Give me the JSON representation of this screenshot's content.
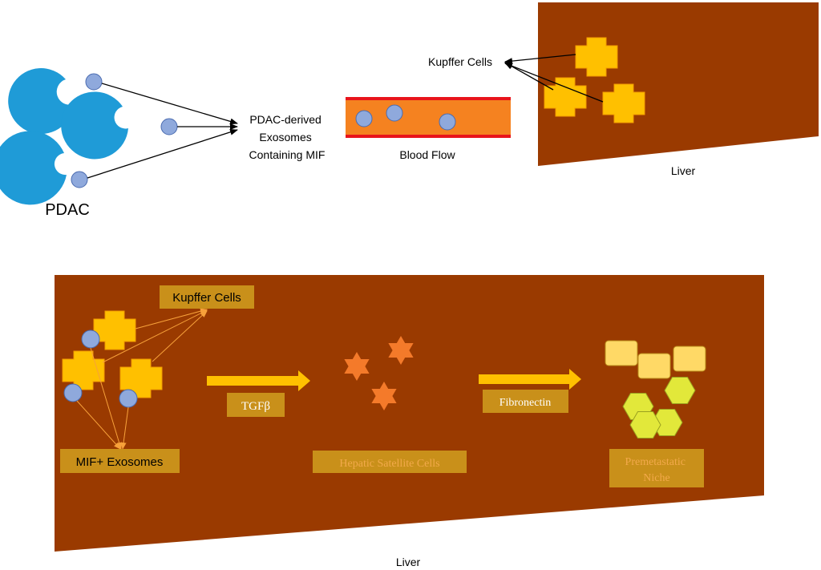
{
  "colors": {
    "liver": "#9a3a00",
    "pdac_cell": "#1f9bd7",
    "exosome_fill": "#8fa9dc",
    "exosome_stroke": "#4a6bb0",
    "kupffer": "#ffc000",
    "kupffer_stroke": "#f39c00",
    "vessel_fill": "#f58220",
    "vessel_edge": "#e8141b",
    "label_box": "#c9901a",
    "stellate": "#f47a2a",
    "niche_square": "#ffd966",
    "niche_hex": "#e2e83a",
    "arrow_big": "#ffc000",
    "arrow_thin": "#f7a13a"
  },
  "top": {
    "pdac_label": "PDAC",
    "exosomes_label": [
      "PDAC-derived",
      "Exosomes",
      "Containing MIF"
    ],
    "blood_flow_label": "Blood Flow",
    "kupffer_label": "Kupffer Cells",
    "liver_label": "Liver"
  },
  "bottom": {
    "kupffer_label": "Kupffer Cells",
    "mif_label": "MIF+ Exosomes",
    "tgf_label": "TGFβ",
    "hsc_label": "Hepatic Satellite Cells",
    "fibronectin_label": "Fibronectin",
    "niche_label": [
      "Premetastatic",
      "Niche"
    ],
    "liver_label": "Liver"
  }
}
